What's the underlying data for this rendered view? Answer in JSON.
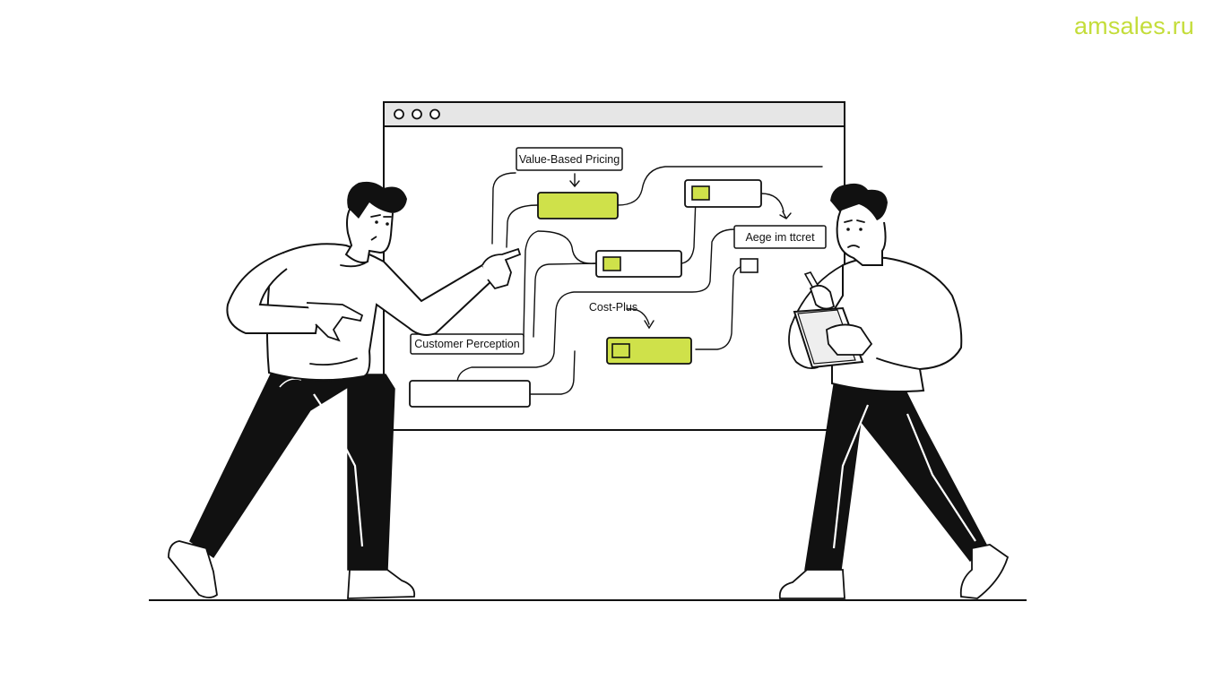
{
  "watermark": "amsales.ru",
  "browser": {
    "window_dots": 3,
    "labels": {
      "value_based": "Value-Based Pricing",
      "customer_perception": "Customer Perception",
      "cost_plus": "Cost-Plus",
      "right_box": "Aege im ttcret"
    }
  },
  "colors": {
    "accent": "#cfe14a",
    "ink": "#111111",
    "chrome": "#e6e6e6"
  }
}
